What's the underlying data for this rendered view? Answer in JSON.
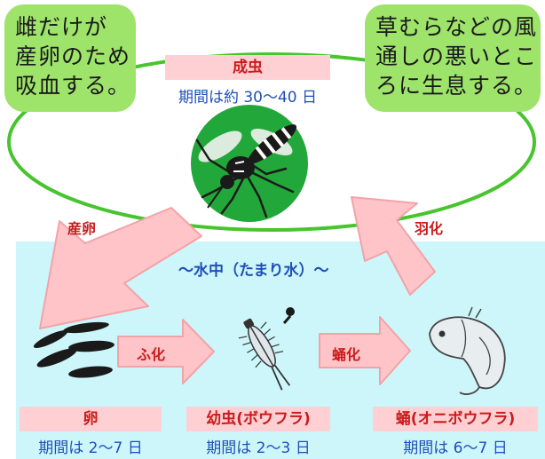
{
  "notes": {
    "left_lines": [
      "雌だけが",
      "産卵のため",
      "吸血する。"
    ],
    "right_lines": [
      "草むらなどの風",
      "通しの悪いとこ",
      "ろに生息する。"
    ]
  },
  "adult": {
    "label": "成虫",
    "period": "期間は約 30〜40 日"
  },
  "arrows": {
    "lay_eggs": "産卵",
    "emergence": "羽化",
    "hatch": "ふ化",
    "pupation": "蛹化"
  },
  "water_title": "〜水中（たまり水）〜",
  "stages": [
    {
      "label": "卵",
      "period": "期間は 2〜7 日"
    },
    {
      "label": "幼虫(ボウフラ)",
      "period": "期間は 2〜3 日"
    },
    {
      "label": "蛹(オニボウフラ)",
      "period": "期間は 6〜7 日"
    }
  ],
  "colors": {
    "water": "#cdf6fb",
    "note": "#9ee36a",
    "label_bar": "#ffd0d3",
    "label_text": "#cc1a1a",
    "period_text": "#1f4fb8",
    "arrow": "#ffc4c8",
    "cycle_ring": "#47c42e"
  }
}
